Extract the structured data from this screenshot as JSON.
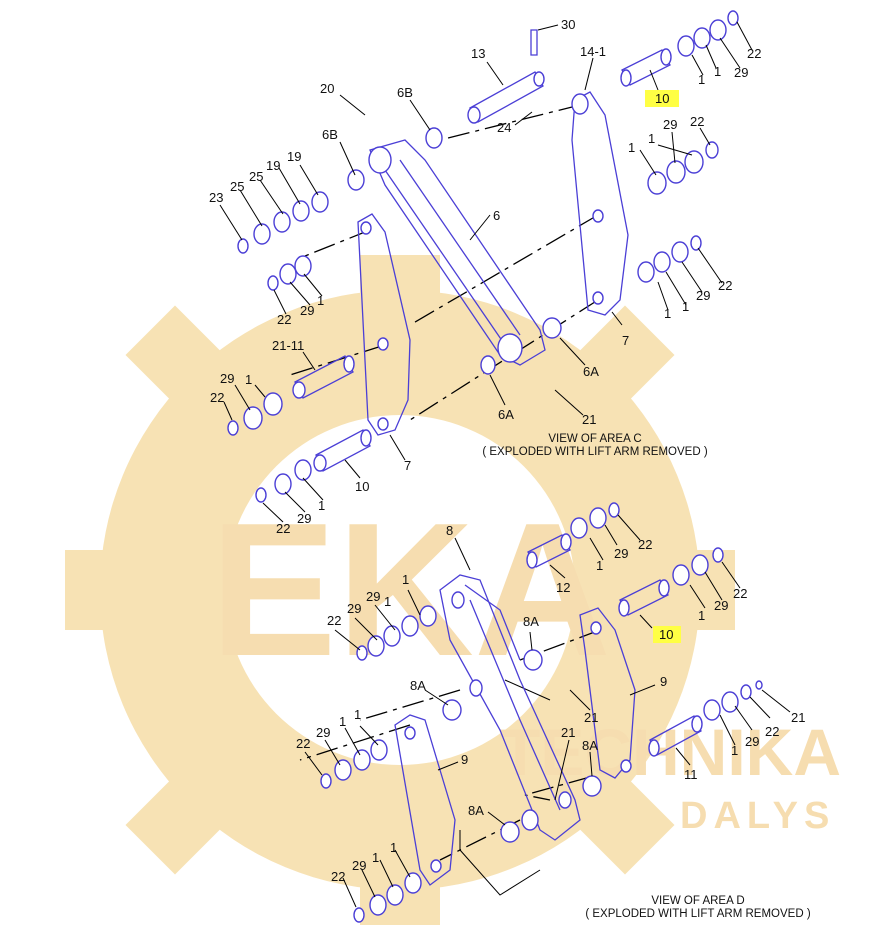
{
  "watermark": {
    "brand": "EKA",
    "line2": "TECHNIKA",
    "line3": "DALYS",
    "color": "#f7e2b4"
  },
  "captions": {
    "area_c_title": "VIEW OF AREA C",
    "area_c_sub": "( EXPLODED WITH LIFT ARM REMOVED )",
    "area_d_title": "VIEW OF AREA D",
    "area_d_sub": "( EXPLODED WITH LIFT ARM REMOVED )"
  },
  "highlight_color": "#ffff44",
  "labels": [
    "30",
    "13",
    "14-1",
    "22",
    "1",
    "29",
    "1",
    "10",
    "20",
    "6B",
    "24",
    "6B",
    "1",
    "29",
    "22",
    "1",
    "19",
    "19",
    "25",
    "25",
    "23",
    "6",
    "22",
    "29",
    "1",
    "21-11",
    "1",
    "22",
    "29",
    "1",
    "7",
    "1",
    "22",
    "29",
    "6A",
    "6A",
    "21",
    "7",
    "10",
    "22",
    "29",
    "1",
    "8",
    "1",
    "29",
    "22",
    "12",
    "1",
    "29",
    "22",
    "22",
    "29",
    "1",
    "29",
    "1",
    "8A",
    "10",
    "8A",
    "9",
    "21",
    "22",
    "29",
    "1",
    "1",
    "21",
    "8A",
    "9",
    "1",
    "29",
    "22",
    "21",
    "11",
    "8A",
    "22",
    "29",
    "1",
    "1"
  ]
}
